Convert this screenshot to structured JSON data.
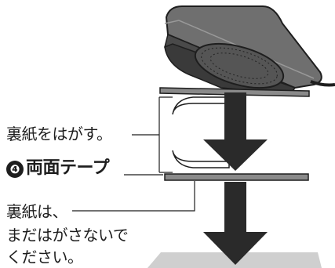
{
  "labels": {
    "peel_backing": "裏紙をはがす。",
    "step_number": "❹",
    "step_title": "両面テープ",
    "keep_backing_line1": "裏紙は、",
    "keep_backing_line2": "まだはがさないで",
    "keep_backing_line3": "ください。"
  },
  "colors": {
    "arrow": "#2a2a2a",
    "device_body": "#7a7a7a",
    "device_dark": "#3a3a3a",
    "tape": "#8a8a8a",
    "floor": "#cfcfcf",
    "text": "#1e1e1e"
  },
  "icons": {
    "device": "device-illustration",
    "arrow": "down-arrow-icon",
    "step_badge": "circled-number-icon"
  }
}
